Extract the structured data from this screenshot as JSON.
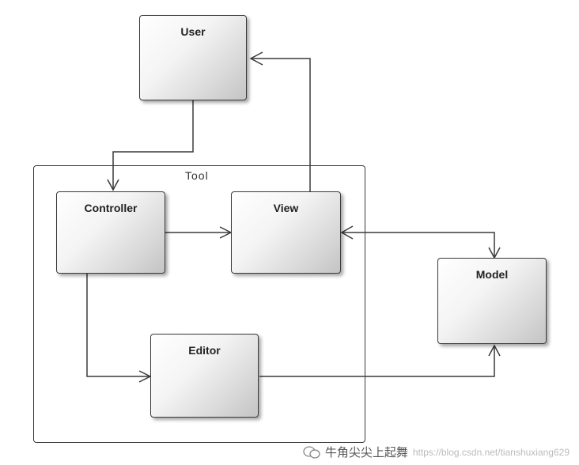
{
  "diagram": {
    "nodes": {
      "user": "User",
      "controller": "Controller",
      "view": "View",
      "editor": "Editor",
      "model": "Model"
    },
    "container_label": "Tool"
  },
  "watermark": {
    "text": "牛角尖尖上起舞",
    "url": "https://blog.csdn.net/tianshuxiang629"
  },
  "colors": {
    "stroke": "#3a3a3a",
    "background": "#ffffff"
  }
}
